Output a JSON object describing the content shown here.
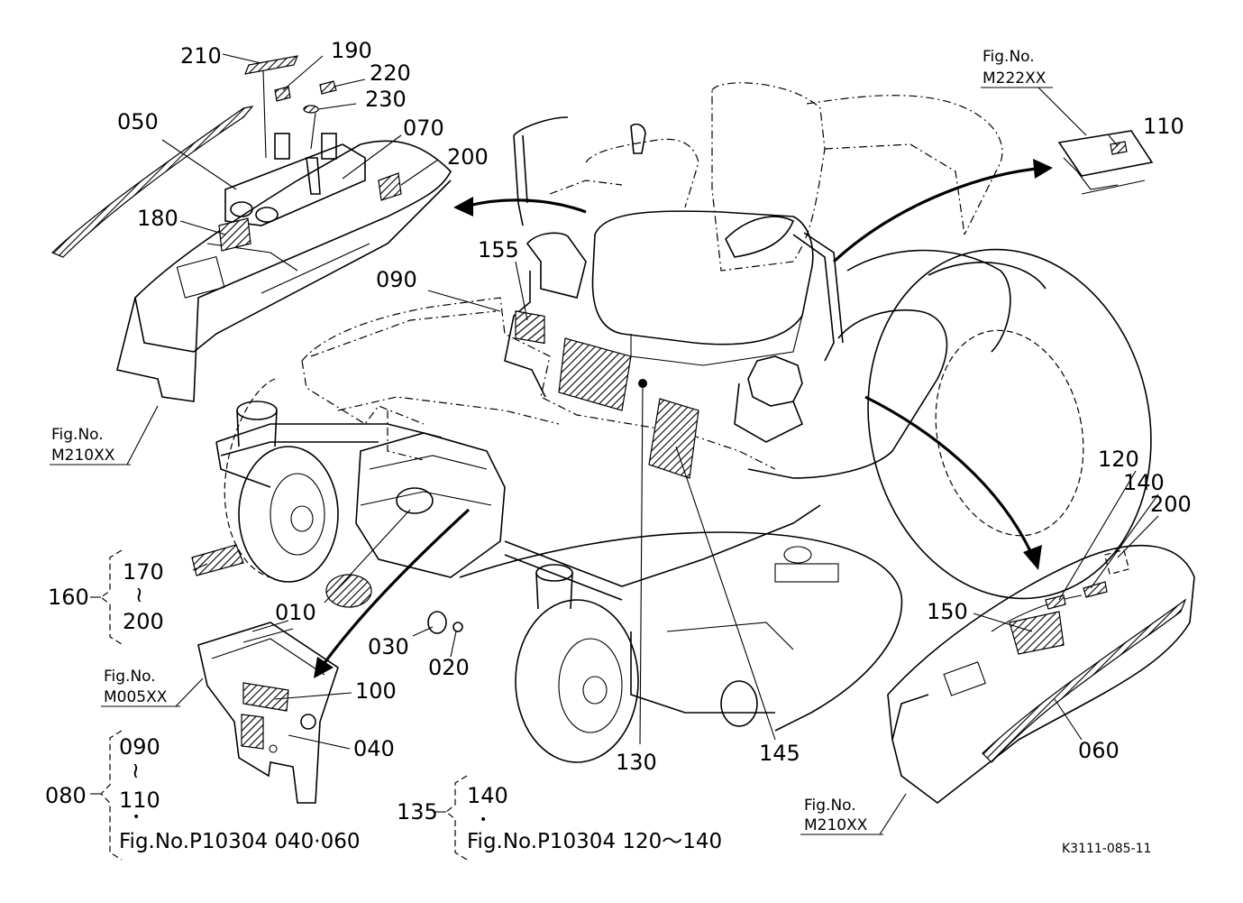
{
  "labels": {
    "p010": "010",
    "p020": "020",
    "p030": "030",
    "p040": "040",
    "p050": "050",
    "p060": "060",
    "p070": "070",
    "p080": "080",
    "p090": "090",
    "p100": "100",
    "p110": "110",
    "p120": "120",
    "p130": "130",
    "p135": "135",
    "p140": "140",
    "p145": "145",
    "p150": "150",
    "p155": "155",
    "p160": "160",
    "p170": "170",
    "p180": "180",
    "p190": "190",
    "p200a": "200",
    "p200b": "200",
    "p200c": "200",
    "p210": "210",
    "p220": "220",
    "p230": "230",
    "g080_top": "090",
    "g080_mid": "110",
    "g135_top": "140"
  },
  "tilde": "≀",
  "dot": "•",
  "figure_refs": {
    "top_left": {
      "line1": "Fig.No.",
      "line2": "M210XX"
    },
    "top_right": {
      "line1": "Fig.No.",
      "line2": "M222XX"
    },
    "mid_left": {
      "line1": "Fig.No.",
      "line2": "M005XX"
    },
    "bottom_right": {
      "line1": "Fig.No.",
      "line2": "M210XX"
    }
  },
  "notes": {
    "group080": "Fig.No.P10304  040·060",
    "group135": "Fig.No.P10304  120〜140"
  },
  "drawing_code": "K3111-085-11"
}
